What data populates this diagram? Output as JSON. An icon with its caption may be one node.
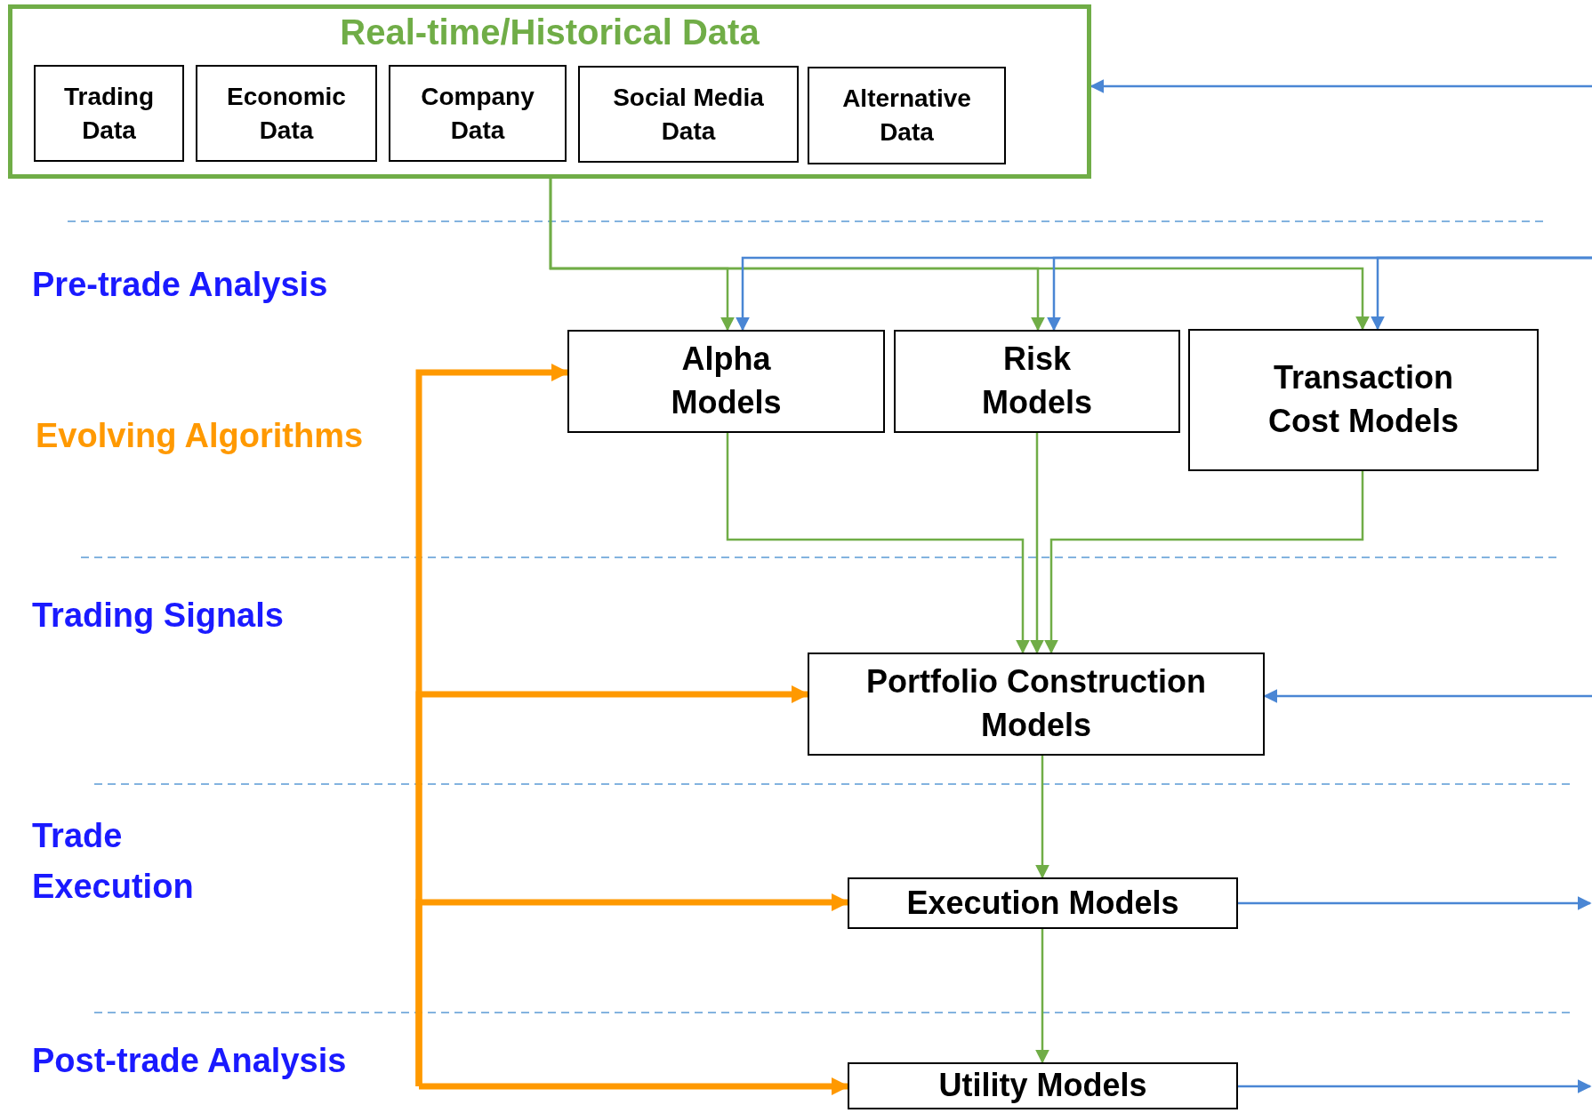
{
  "diagram": {
    "nodes": [
      {
        "text": [
          "Real-time/Historical Data"
        ]
      },
      {
        "text": [
          "Trading Data"
        ],
        "in": 0
      },
      {
        "text": [
          "Economic Data"
        ],
        "in": 0
      },
      {
        "text": [
          "Company Data"
        ],
        "in": 0
      },
      {
        "text": [
          "Social Media Data"
        ],
        "in": 0
      },
      {
        "text": [
          "Alternative Data"
        ],
        "in": 0
      },
      {
        "text": [
          "Alpha Models"
        ]
      },
      {
        "text": [
          "Risk Models"
        ]
      },
      {
        "text": [
          "Transaction Cost Models"
        ]
      },
      {
        "text": [
          "Portfolio Construction Models"
        ]
      },
      {
        "text": [
          "Execution Models"
        ]
      },
      {
        "text": [
          "Utility Models"
        ]
      }
    ],
    "edges": [
      {
        "from": 0,
        "to": 6,
        "arrow": "to"
      },
      {
        "from": 0,
        "to": 7,
        "arrow": "to"
      },
      {
        "from": 0,
        "to": 8,
        "arrow": "to"
      },
      {
        "from": null,
        "to": 0,
        "arrow": "to",
        "color": "#4a86d4"
      },
      {
        "from": null,
        "to": 6,
        "arrow": "to",
        "color": "#4a86d4"
      },
      {
        "from": null,
        "to": 7,
        "arrow": "to",
        "color": "#4a86d4"
      },
      {
        "from": null,
        "to": 8,
        "arrow": "to",
        "color": "#4a86d4"
      },
      {
        "from": 6,
        "to": 9,
        "arrow": "to"
      },
      {
        "from": 7,
        "to": 9,
        "arrow": "to"
      },
      {
        "from": 8,
        "to": 9,
        "arrow": "to"
      },
      {
        "from": 9,
        "to": 10,
        "arrow": "to"
      },
      {
        "from": 10,
        "to": 11,
        "arrow": "to"
      },
      {
        "from": null,
        "to": 9,
        "arrow": "to",
        "color": "#4a86d4"
      },
      {
        "from": 10,
        "to": null,
        "arrow": "to",
        "color": "#4a86d4"
      },
      {
        "from": 11,
        "to": null,
        "arrow": "to",
        "color": "#4a86d4"
      },
      {
        "from": null,
        "to": 6,
        "arrow": "to",
        "style": "thick",
        "color": "#ff9900"
      },
      {
        "from": null,
        "to": 9,
        "arrow": "to",
        "style": "thick",
        "color": "#ff9900"
      },
      {
        "from": null,
        "to": 10,
        "arrow": "to",
        "style": "thick",
        "color": "#ff9900"
      },
      {
        "from": null,
        "to": 11,
        "arrow": "to",
        "style": "thick",
        "color": "#ff9900"
      }
    ],
    "labels": [
      "Pre-trade Analysis",
      "Evolving Algorithms",
      "Trading Signals",
      "Trade Execution",
      "Post-trade Analysis"
    ]
  }
}
